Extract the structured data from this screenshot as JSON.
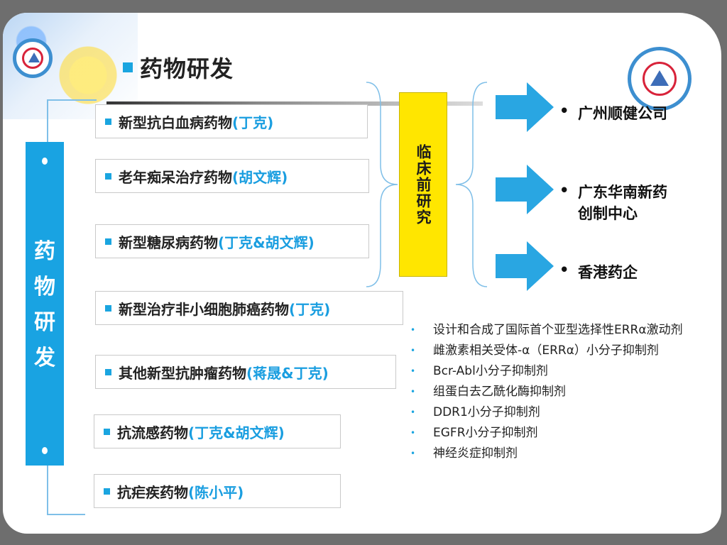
{
  "slide": {
    "title": "药物研发",
    "side_label": [
      "药",
      "物",
      "研",
      "发"
    ],
    "drugs": [
      {
        "name": "新型抗白血病药物",
        "person": "(丁克)"
      },
      {
        "name": "老年痴呆治疗药物",
        "person": "(胡文辉)"
      },
      {
        "name": "新型糖尿病药物",
        "person": "(丁克&胡文辉)"
      },
      {
        "name": "新型治疗非小细胞肺癌药物",
        "person": "(丁克)"
      },
      {
        "name": "其他新型抗肿瘤药物",
        "person": "(蒋晟&丁克)"
      },
      {
        "name": "抗流感药物",
        "person": "(丁克&胡文辉)"
      },
      {
        "name": "抗疟疾药物",
        "person": "(陈小平)"
      }
    ],
    "preclinical": "临床前研究",
    "targets": [
      {
        "bullet": "•",
        "line1": "广州顺健公司",
        "line2": ""
      },
      {
        "bullet": "•",
        "line1": "广东华南新药",
        "line2": "创制中心"
      },
      {
        "bullet": "•",
        "line1": "香港药企",
        "line2": ""
      }
    ],
    "projects": [
      "设计和合成了国际首个亚型选择性ERRα激动剂",
      "雌激素相关受体-α（ERRα）小分子抑制剂",
      "Bcr-Abl小分子抑制剂",
      "组蛋白去乙酰化酶抑制剂",
      "DDR1小分子抑制剂",
      "EGFR小分子抑制剂",
      "神经炎症抑制剂"
    ],
    "project_bullet": "•"
  },
  "colors": {
    "accent": "#1aa5e0",
    "highlight": "#ffe600",
    "arrow": "#29a6e2"
  },
  "icons": {
    "logo": "institute-logo-icon",
    "arrow": "right-arrow-icon"
  }
}
